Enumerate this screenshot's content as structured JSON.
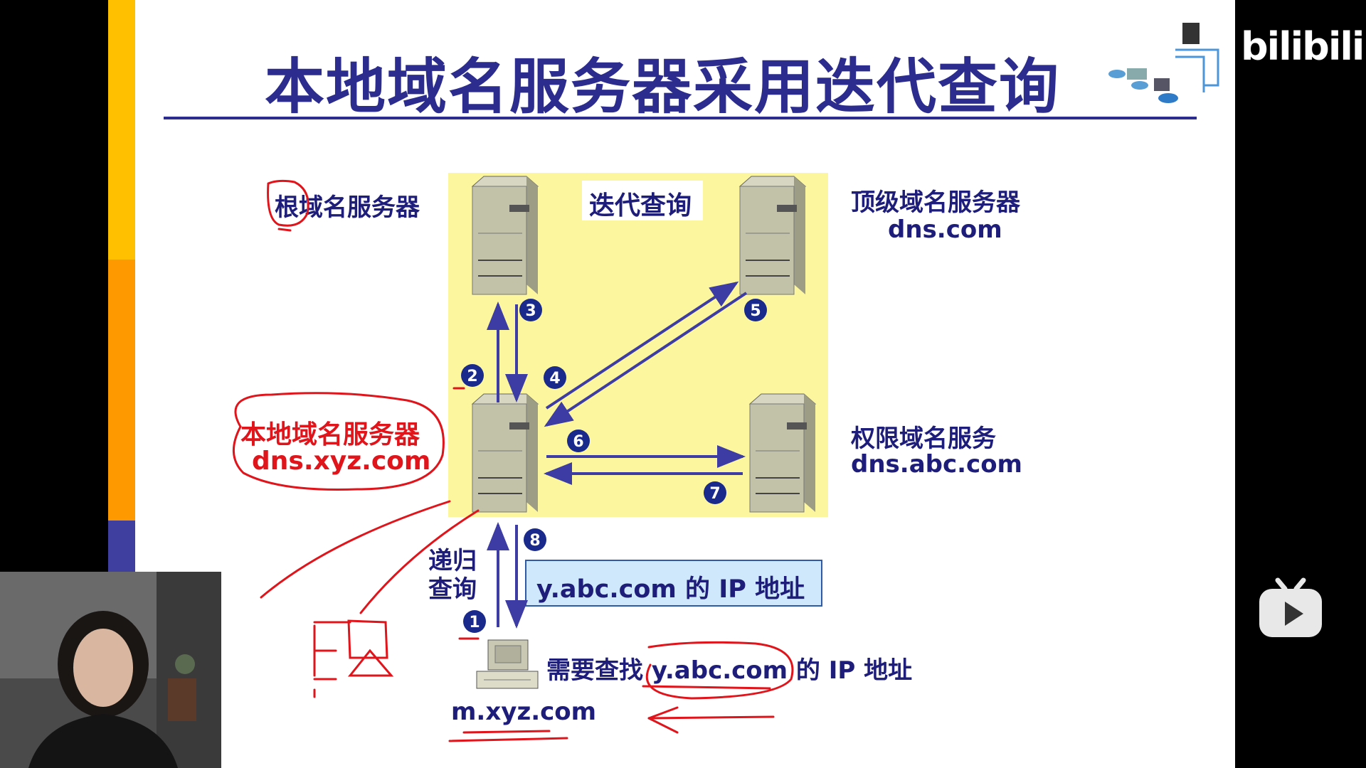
{
  "slide": {
    "title": "本地域名服务器采用迭代查询",
    "iterative_query_label": "迭代查询",
    "root_server_label": "根域名服务器",
    "tld_server": {
      "name": "顶级域名服务器",
      "domain": "dns.com"
    },
    "local_server": {
      "name": "本地域名服务器",
      "domain": "dns.xyz.com"
    },
    "authoritative_server": {
      "name": "权限域名服务",
      "domain": "dns.abc.com"
    },
    "recursive_query_line1": "递归",
    "recursive_query_line2": "查询",
    "answer_box": "y.abc.com 的 IP 地址",
    "request_text": "需要查找 y.abc.com 的 IP 地址",
    "client_host": "m.xyz.com",
    "steps": [
      "1",
      "2",
      "3",
      "4",
      "5",
      "6",
      "7",
      "8"
    ]
  },
  "player": {
    "logo": "bilibili",
    "play_icon": "tv-play-icon"
  },
  "colors": {
    "title_blue": "#2b2c8e",
    "annotation_red": "#e0141b",
    "highlight_yellow": "#fcf79f",
    "side_bar": [
      "#ffc000",
      "#ff9900",
      "#3f3f9f"
    ]
  }
}
